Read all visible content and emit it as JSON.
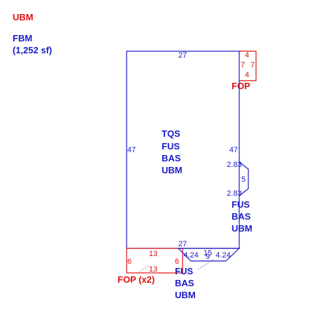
{
  "colors": {
    "main": "#1a1ac8",
    "accent": "#e01010",
    "hint": "#6060e0"
  },
  "header": {
    "title": "UBM",
    "subtitle_line1": "FBM",
    "subtitle_line2": "(1,252 sf)"
  },
  "main_area": {
    "codes": [
      "TQS",
      "FUS",
      "BAS",
      "UBM"
    ],
    "top_dim": "27",
    "bottom_dim": "27",
    "left_dim": "47",
    "right_dim": "47"
  },
  "bay": {
    "codes": [
      "FUS",
      "BAS",
      "UBM"
    ],
    "top_dim": "2.83",
    "bottom_dim": "2.83",
    "side_dim": "5"
  },
  "top_porch": {
    "name": "FOP",
    "top_dim": "4",
    "bottom_dim": "4",
    "left_dim": "7",
    "right_dim": "7"
  },
  "bottom_porch": {
    "name": "FOP (x2)",
    "top_dim": "13",
    "bottom_dim": "13",
    "left_dim": "6",
    "right_dim": "6"
  },
  "angled_section": {
    "codes": [
      "FUS",
      "BAS",
      "UBM"
    ],
    "left_dim": "4.24",
    "right_dim": "4.24",
    "top_dim": "15",
    "bottom_dim": "9"
  }
}
